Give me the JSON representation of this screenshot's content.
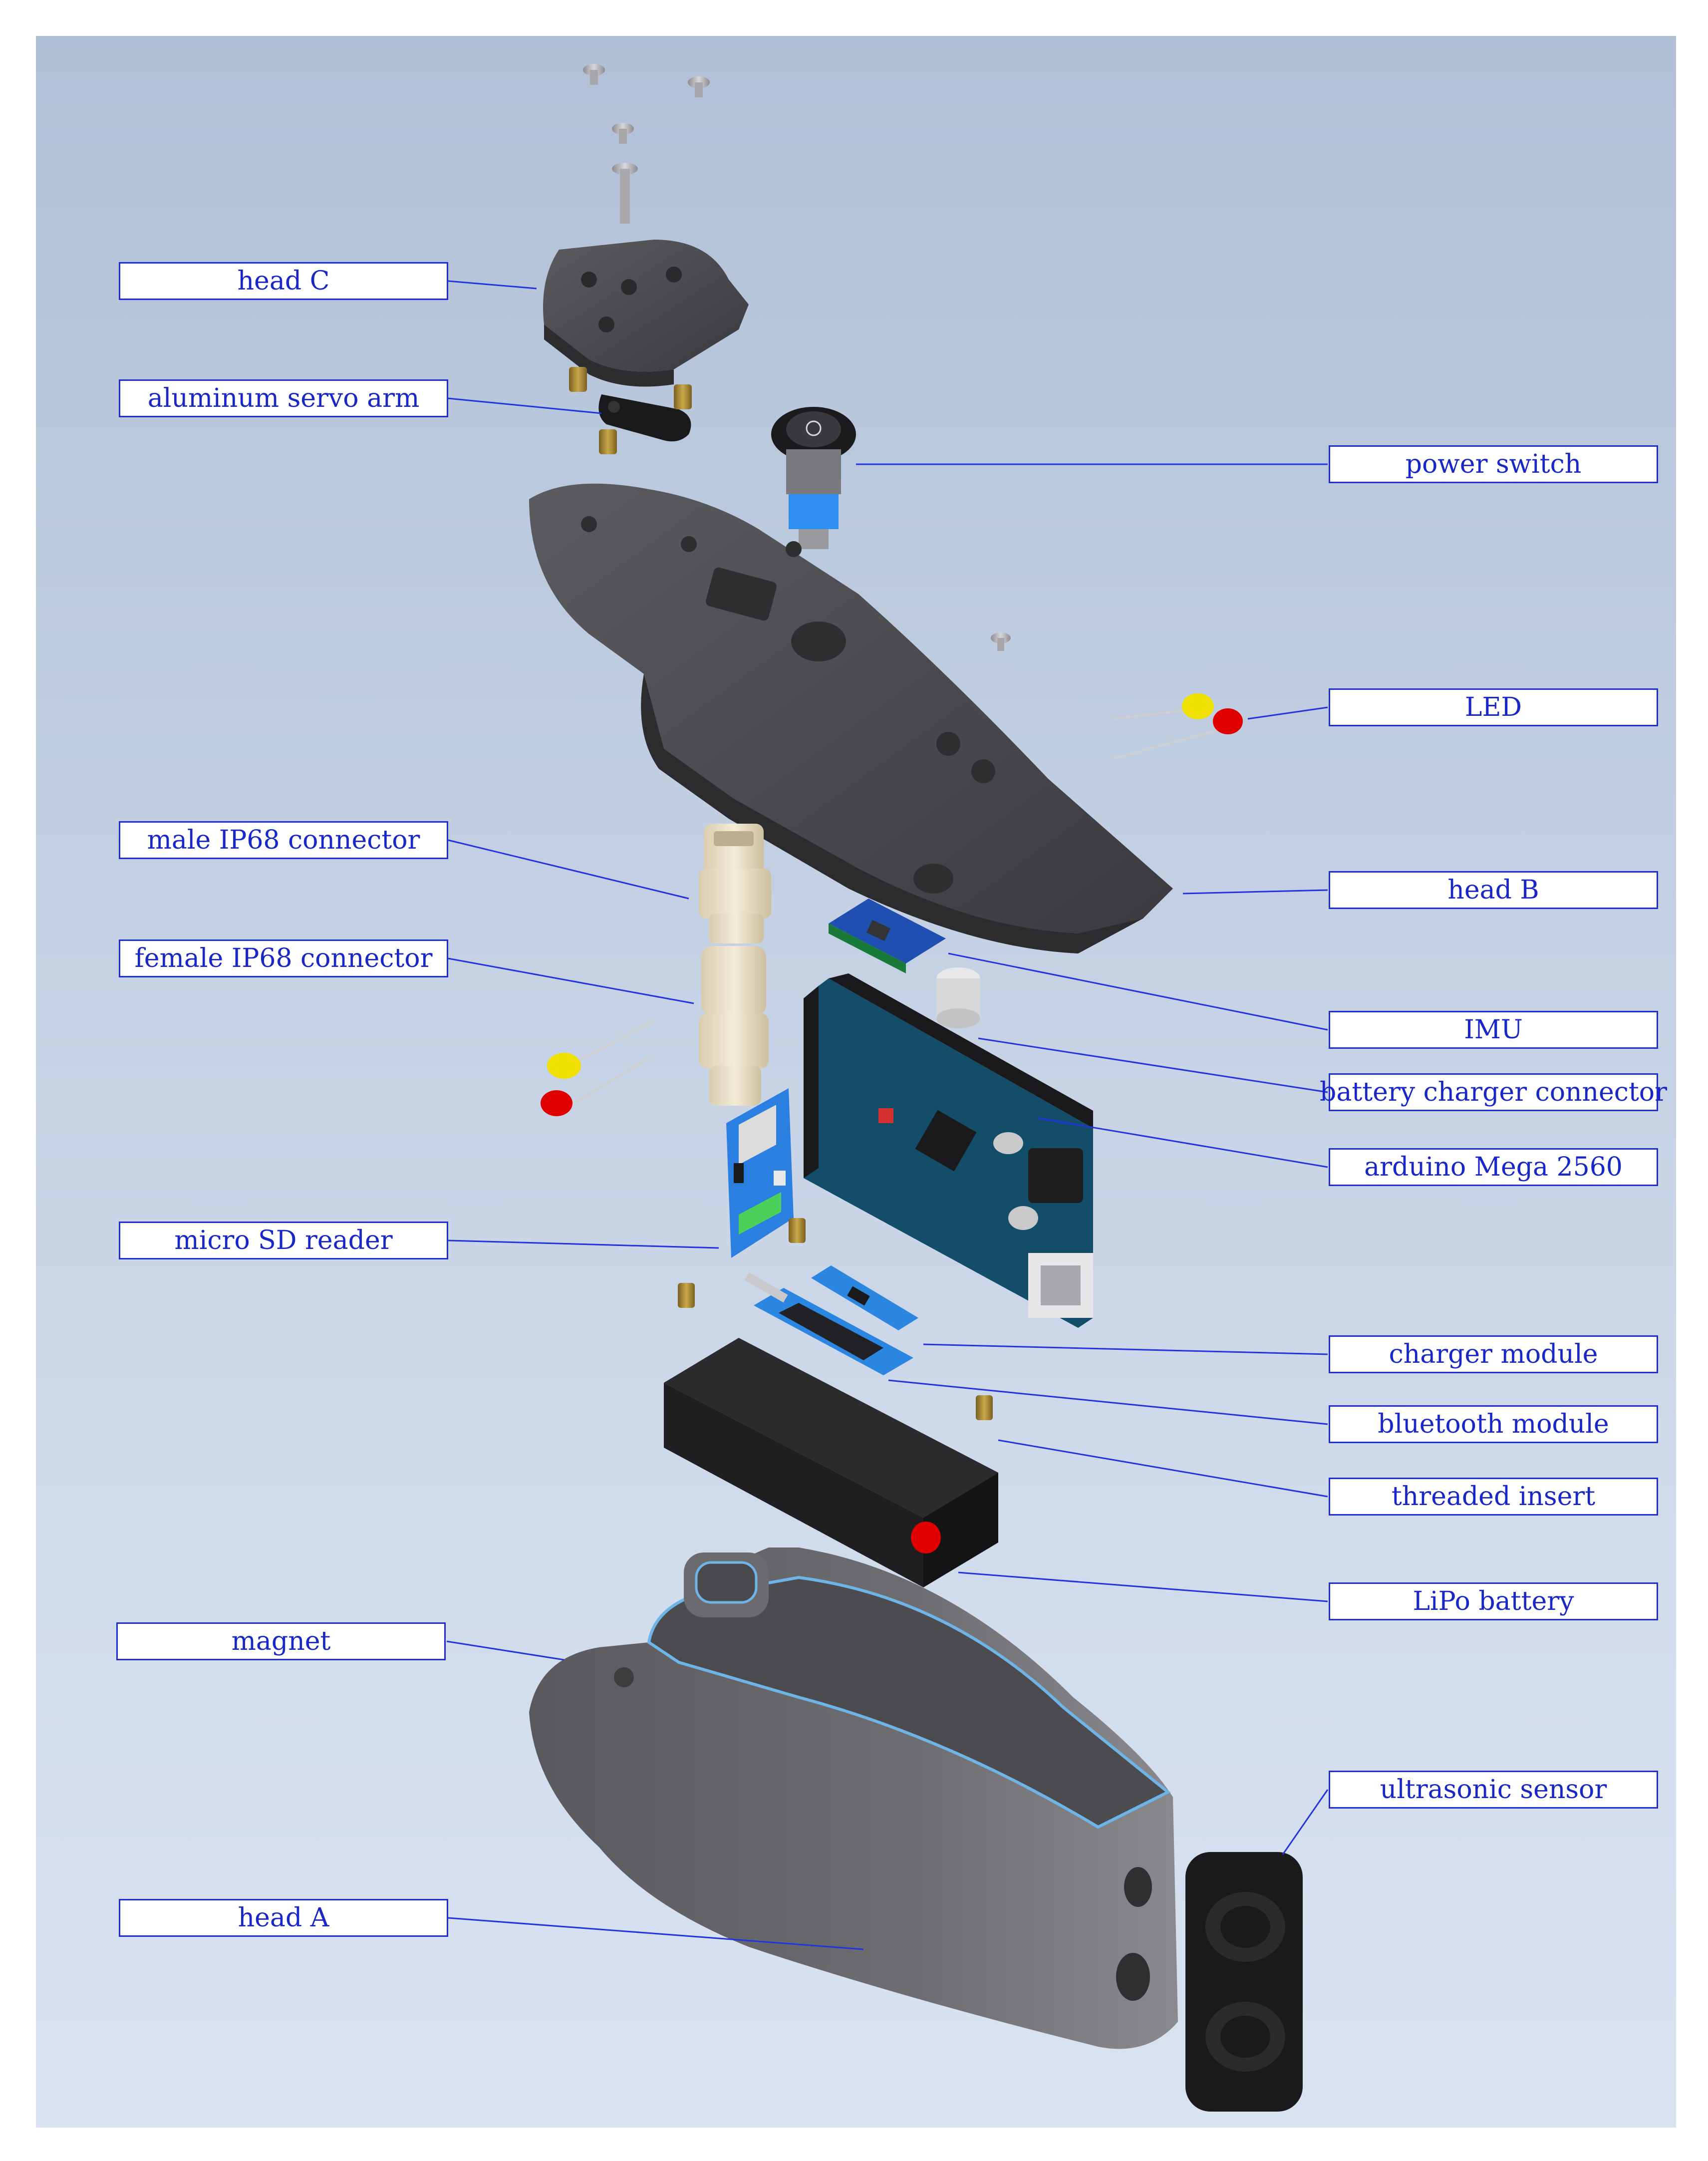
{
  "diagram": {
    "labels": {
      "head_c": "head C",
      "aluminum_servo_arm": "aluminum servo arm",
      "power_switch": "power switch",
      "led": "LED",
      "male_ip68_connector": "male IP68 connector",
      "head_b": "head B",
      "female_ip68_connector": "female IP68 connector",
      "imu": "IMU",
      "battery_charger_connector": "battery charger connector",
      "arduino_mega_2560": "arduino Mega 2560",
      "micro_sd_reader": "micro SD reader",
      "charger_module": "charger module",
      "bluetooth_module": "bluetooth module",
      "threaded_insert": "threaded insert",
      "lipo_battery": "LiPo battery",
      "magnet": "magnet",
      "ultrasonic_sensor": "ultrasonic sensor",
      "head_a": "head A"
    },
    "colors": {
      "label_text": "#1a27c8",
      "label_border": "#1f2fd6",
      "leader_line": "#2233e0",
      "background_top": "#b1c0d6",
      "background_bottom": "#d9e2f1",
      "housing": "#4a4a4e",
      "pcb_arduino": "#134d6a",
      "pcb_sd": "#2a7fe0",
      "battery": "#232323",
      "brass_insert": "#a88a35",
      "led_yellow": "#f0e000",
      "led_red": "#e00000"
    }
  }
}
